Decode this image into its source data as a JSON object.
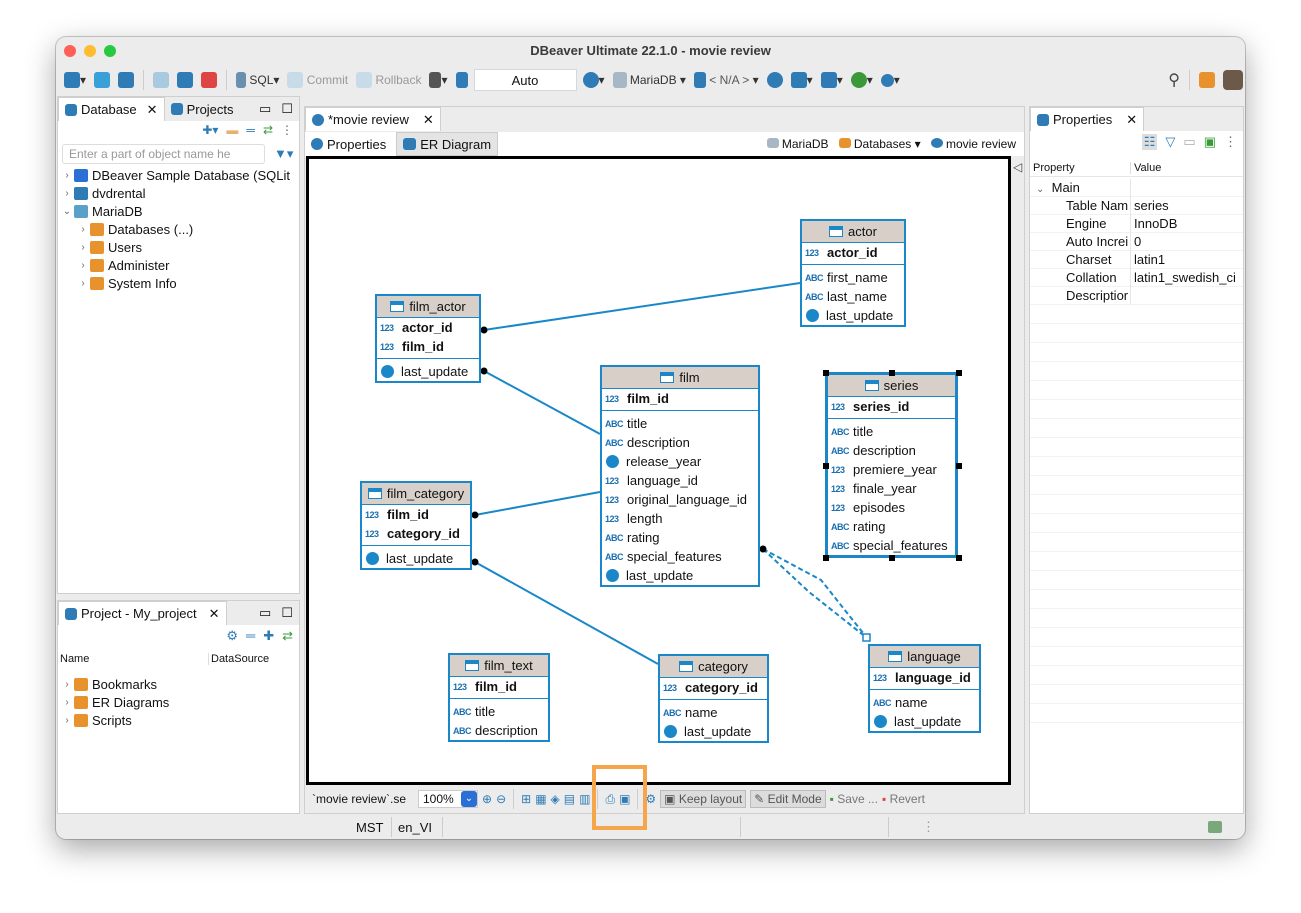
{
  "window": {
    "title": "DBeaver Ultimate 22.1.0 - movie review"
  },
  "toolbar": {
    "sql": "SQL",
    "commit": "Commit",
    "rollback": "Rollback",
    "auto": "Auto",
    "db": "MariaDB",
    "na": "< N/A >"
  },
  "left_panel": {
    "tabs": [
      {
        "label": "Database"
      },
      {
        "label": "Projects"
      }
    ],
    "filter_placeholder": "Enter a part of object name he",
    "tree": [
      {
        "label": "DBeaver Sample Database (SQLit",
        "color": "#2a6fd6"
      },
      {
        "label": "dvdrental",
        "color": "#2f7bb5"
      },
      {
        "label": "MariaDB",
        "color": "#5aa0c8"
      },
      {
        "label": "Databases (...)",
        "color": "#e8922e"
      },
      {
        "label": "Users",
        "color": "#e8922e"
      },
      {
        "label": "Administer",
        "color": "#e8922e"
      },
      {
        "label": "System Info",
        "color": "#e8922e"
      }
    ]
  },
  "project_panel": {
    "title": "Project - My_project",
    "col_name": "Name",
    "col_datasource": "DataSource",
    "items": [
      {
        "label": "Bookmarks"
      },
      {
        "label": "ER Diagrams"
      },
      {
        "label": "Scripts"
      }
    ]
  },
  "editor": {
    "tab": "*movie review",
    "subtabs": [
      {
        "label": "Properties"
      },
      {
        "label": "ER Diagram"
      }
    ],
    "breadcrumb": {
      "conn": "MariaDB",
      "dbs": "Databases",
      "db": "movie review"
    }
  },
  "entities": {
    "actor": {
      "name": "actor",
      "keys": [
        {
          "t": "123",
          "n": "actor_id"
        }
      ],
      "cols": [
        {
          "t": "ABC",
          "n": "first_name"
        },
        {
          "t": "ABC",
          "n": "last_name"
        },
        {
          "t": "clock",
          "n": "last_update"
        }
      ]
    },
    "film_actor": {
      "name": "film_actor",
      "keys": [
        {
          "t": "123",
          "n": "actor_id"
        },
        {
          "t": "123",
          "n": "film_id"
        }
      ],
      "cols": [
        {
          "t": "clock",
          "n": "last_update"
        }
      ]
    },
    "film": {
      "name": "film",
      "keys": [
        {
          "t": "123",
          "n": "film_id"
        }
      ],
      "cols": [
        {
          "t": "ABC",
          "n": "title"
        },
        {
          "t": "ABC",
          "n": "description"
        },
        {
          "t": "clock",
          "n": "release_year"
        },
        {
          "t": "123",
          "n": "language_id"
        },
        {
          "t": "123",
          "n": "original_language_id"
        },
        {
          "t": "123",
          "n": "length"
        },
        {
          "t": "ABC",
          "n": "rating"
        },
        {
          "t": "ABC",
          "n": "special_features"
        },
        {
          "t": "clock",
          "n": "last_update"
        }
      ]
    },
    "series": {
      "name": "series",
      "keys": [
        {
          "t": "123",
          "n": "series_id"
        }
      ],
      "cols": [
        {
          "t": "ABC",
          "n": "title"
        },
        {
          "t": "ABC",
          "n": "description"
        },
        {
          "t": "123",
          "n": "premiere_year"
        },
        {
          "t": "123",
          "n": "finale_year"
        },
        {
          "t": "123",
          "n": "episodes"
        },
        {
          "t": "ABC",
          "n": "rating"
        },
        {
          "t": "ABC",
          "n": "special_features"
        }
      ]
    },
    "film_category": {
      "name": "film_category",
      "keys": [
        {
          "t": "123",
          "n": "film_id"
        },
        {
          "t": "123",
          "n": "category_id"
        }
      ],
      "cols": [
        {
          "t": "clock",
          "n": "last_update"
        }
      ]
    },
    "film_text": {
      "name": "film_text",
      "keys": [
        {
          "t": "123",
          "n": "film_id"
        }
      ],
      "cols": [
        {
          "t": "ABC",
          "n": "title"
        },
        {
          "t": "ABC",
          "n": "description"
        }
      ]
    },
    "category": {
      "name": "category",
      "keys": [
        {
          "t": "123",
          "n": "category_id"
        }
      ],
      "cols": [
        {
          "t": "ABC",
          "n": "name"
        },
        {
          "t": "clock",
          "n": "last_update"
        }
      ]
    },
    "language": {
      "name": "language",
      "keys": [
        {
          "t": "123",
          "n": "language_id"
        }
      ],
      "cols": [
        {
          "t": "ABC",
          "n": "name"
        },
        {
          "t": "clock",
          "n": "last_update"
        }
      ]
    }
  },
  "diagram_toolbar": {
    "file": "`movie review`.se",
    "zoom": "100%",
    "keep_layout": "Keep layout",
    "edit_mode": "Edit Mode",
    "save": "Save ...",
    "revert": "Revert"
  },
  "properties": {
    "title": "Properties",
    "col_property": "Property",
    "col_value": "Value",
    "group": "Main",
    "rows": [
      {
        "k": "Table Nam",
        "v": "series"
      },
      {
        "k": "Engine",
        "v": "InnoDB"
      },
      {
        "k": "Auto Increi",
        "v": "0"
      },
      {
        "k": "Charset",
        "v": "latin1"
      },
      {
        "k": "Collation",
        "v": "latin1_swedish_ci"
      },
      {
        "k": "Descriptior",
        "v": ""
      }
    ]
  },
  "status": {
    "tz": "MST",
    "locale": "en_VI"
  },
  "highlight_color": "#f5a64a"
}
